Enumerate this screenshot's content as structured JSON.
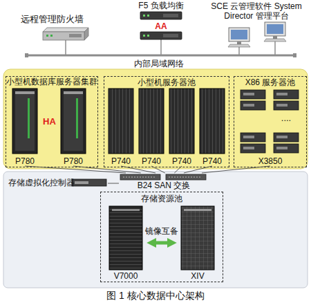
{
  "diagram": {
    "caption": "图 1 核心数据中心架构",
    "nodes": [
      {
        "text": [
          "远程管理防火墙"
        ]
      },
      {
        "text": [
          "F5 负载均衡",
          "AA"
        ]
      },
      {
        "text": [
          "SCE 云管理软件 System Director 管理平台"
        ]
      },
      {
        "text": [
          "小型机数据库服务器集群"
        ]
      },
      {
        "text": [
          "P780"
        ],
        "in": 3
      },
      {
        "text": [
          "P780"
        ],
        "in": 3
      },
      {
        "text": [
          "小型机服务器池"
        ]
      },
      {
        "text": [
          "P740"
        ],
        "in": 6
      },
      {
        "text": [
          "P740"
        ],
        "in": 6
      },
      {
        "text": [
          "P740"
        ],
        "in": 6
      },
      {
        "text": [
          "P740"
        ],
        "in": 6
      },
      {
        "text": [
          "X86 服务器池"
        ]
      },
      {
        "text": [
          "X3850"
        ],
        "in": 11
      },
      {
        "text": [
          "存储虚拟化控制器"
        ]
      },
      {
        "text": [
          "B24 SAN 交换"
        ]
      },
      {
        "text": [
          "存储资源池"
        ]
      },
      {
        "text": [
          "V7000"
        ],
        "in": 15
      },
      {
        "text": [
          "XIV"
        ],
        "in": 15
      }
    ],
    "edges": [
      {
        "from": 4,
        "to": 14,
        "arrow": "none"
      },
      {
        "from": 5,
        "to": 14,
        "arrow": "none"
      },
      {
        "from": 7,
        "to": 14,
        "arrow": "none"
      },
      {
        "from": 8,
        "to": 14,
        "arrow": "none"
      },
      {
        "from": 9,
        "to": 14,
        "arrow": "none"
      },
      {
        "from": 10,
        "to": 14,
        "arrow": "none"
      },
      {
        "from": 12,
        "to": 14,
        "arrow": "none"
      },
      {
        "from": 13,
        "to": 14,
        "arrow": "none"
      },
      {
        "from": 16,
        "to": 17,
        "arrow": "both",
        "label": "镜像互备"
      }
    ],
    "labels": [
      "内部局域网络",
      "HA",
      "...."
    ]
  }
}
